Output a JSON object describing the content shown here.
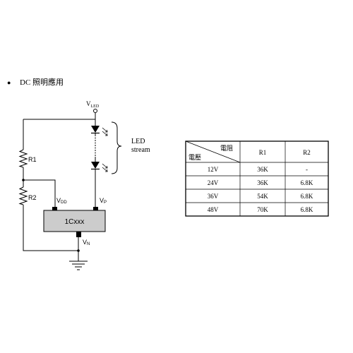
{
  "heading": {
    "bullet": "●",
    "text": "DC 照明應用"
  },
  "circuit": {
    "vled_main": "V",
    "vled_sub": "LED",
    "r1_label": "R1",
    "r2_label": "R2",
    "vdd_main": "V",
    "vdd_sub": "DD",
    "vp_main": "V",
    "vp_sub": "P",
    "vn_main": "V",
    "vn_sub": "N",
    "ic_label": "1Cxxx",
    "led_line1": "LED",
    "led_line2": "stream"
  },
  "table": {
    "header_top": "電阻",
    "header_bottom": "電壓",
    "col_r1": "R1",
    "col_r2": "R2",
    "rows": [
      {
        "voltage": "12V",
        "r1": "36K",
        "r2": "-"
      },
      {
        "voltage": "24V",
        "r1": "36K",
        "r2": "6.8K"
      },
      {
        "voltage": "36V",
        "r1": "54K",
        "r2": "6.8K"
      },
      {
        "voltage": "48V",
        "r1": "70K",
        "r2": "6.8K"
      }
    ]
  }
}
